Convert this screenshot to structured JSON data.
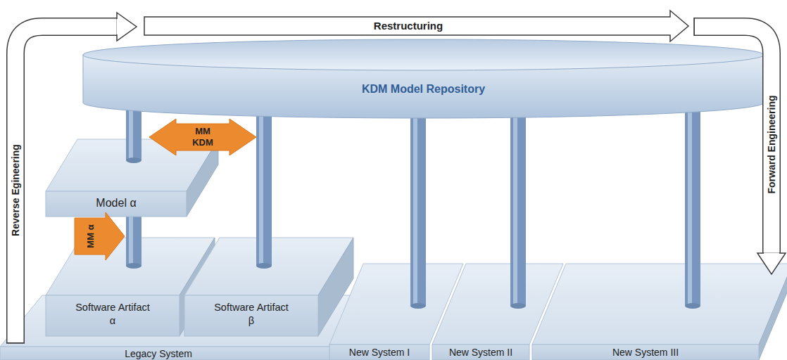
{
  "diagram": {
    "nodes": [
      {
        "text": [
          "KDM Model Repository"
        ]
      },
      {
        "text": [
          "Model α"
        ]
      },
      {
        "text": [
          "Legacy System"
        ]
      },
      {
        "text": [
          "Software Artifact α"
        ],
        "in": 2
      },
      {
        "text": [
          "Software Artifact β"
        ],
        "in": 2
      },
      {
        "text": [
          "New System I"
        ]
      },
      {
        "text": [
          "New System II"
        ]
      },
      {
        "text": [
          "New System III"
        ]
      }
    ],
    "edges": [
      {
        "from": 3,
        "to": 1,
        "arrow": "none"
      },
      {
        "from": 1,
        "to": 0,
        "arrow": "none"
      },
      {
        "from": 4,
        "to": 0,
        "arrow": "none"
      },
      {
        "from": 5,
        "to": 0,
        "arrow": "none"
      },
      {
        "from": 6,
        "to": 0,
        "arrow": "none"
      },
      {
        "from": 7,
        "to": 0,
        "arrow": "none"
      }
    ],
    "labels": [
      "Restructuring",
      "Reverse Egineering",
      "Forward Engineering",
      "MM KDM",
      "MM α"
    ]
  }
}
